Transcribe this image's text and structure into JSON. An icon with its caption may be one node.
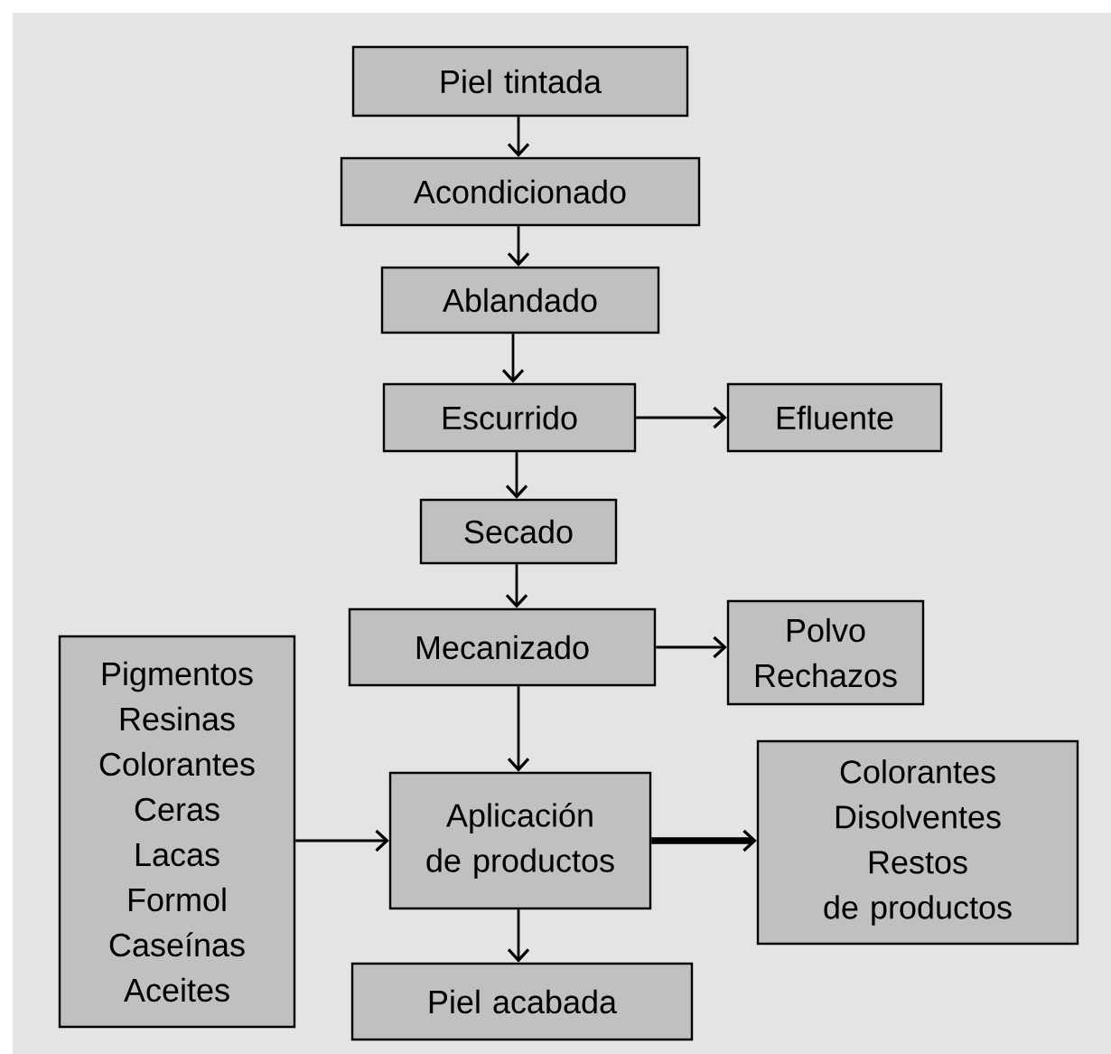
{
  "diagram": {
    "nodes": [
      {
        "text": [
          "Piel tintada"
        ]
      },
      {
        "text": [
          "Acondicionado"
        ]
      },
      {
        "text": [
          "Ablandado"
        ]
      },
      {
        "text": [
          "Escurrido"
        ]
      },
      {
        "text": [
          "Efluente"
        ]
      },
      {
        "text": [
          "Secado"
        ]
      },
      {
        "text": [
          "Mecanizado"
        ]
      },
      {
        "text": [
          "Polvo",
          "Rechazos"
        ]
      },
      {
        "text": [
          "Pigmentos",
          "Resinas",
          "Colorantes",
          "Ceras",
          "Lacas",
          "Formol",
          "Caseínas",
          "Aceites"
        ]
      },
      {
        "text": [
          "Aplicación de productos"
        ]
      },
      {
        "text": [
          "Colorantes",
          "Disolventes",
          "Restos de productos"
        ]
      },
      {
        "text": [
          "Piel acabada"
        ]
      }
    ],
    "edges": [
      {
        "from": 0,
        "to": 1,
        "arrow": "to"
      },
      {
        "from": 1,
        "to": 2,
        "arrow": "to"
      },
      {
        "from": 2,
        "to": 3,
        "arrow": "to"
      },
      {
        "from": 3,
        "to": 4,
        "arrow": "to"
      },
      {
        "from": 3,
        "to": 5,
        "arrow": "to"
      },
      {
        "from": 5,
        "to": 6,
        "arrow": "to"
      },
      {
        "from": 6,
        "to": 7,
        "arrow": "to"
      },
      {
        "from": 6,
        "to": 9,
        "arrow": "to"
      },
      {
        "from": 8,
        "to": 9,
        "arrow": "to"
      },
      {
        "from": 9,
        "to": 10,
        "arrow": "to",
        "style": "thick"
      },
      {
        "from": 9,
        "to": 11,
        "arrow": "to"
      }
    ]
  }
}
